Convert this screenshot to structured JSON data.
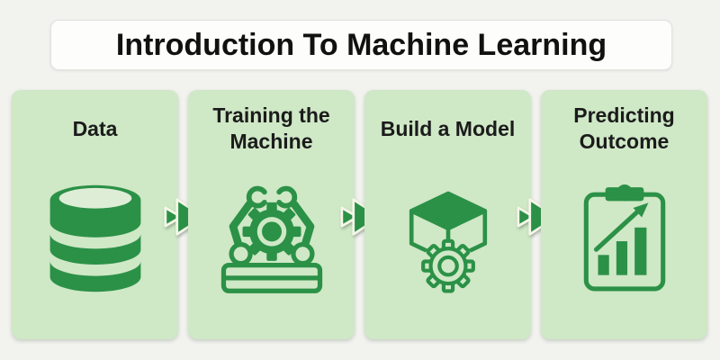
{
  "title": "Introduction To Machine Learning",
  "cards": [
    {
      "label": "Data",
      "icon": "database-icon"
    },
    {
      "label": "Training the\nMachine",
      "icon": "robot-machine-icon"
    },
    {
      "label": "Build a Model",
      "icon": "cube-gear-icon"
    },
    {
      "label": "Predicting\nOutcome",
      "icon": "clipboard-chart-icon"
    }
  ],
  "flow": {
    "arrow_icon": "double-arrow-right-icon",
    "arrow_count": 3
  },
  "colors": {
    "accent_green": "#2b9147",
    "card_bg": "#cfe8c6",
    "page_bg": "#f2f2ef",
    "title_box_bg": "#fdfdfb",
    "title_text": "#111111",
    "card_text": "#1b1b1b",
    "arrow_outline": "#f4f7e8",
    "db_top_face": "#deeed6"
  }
}
